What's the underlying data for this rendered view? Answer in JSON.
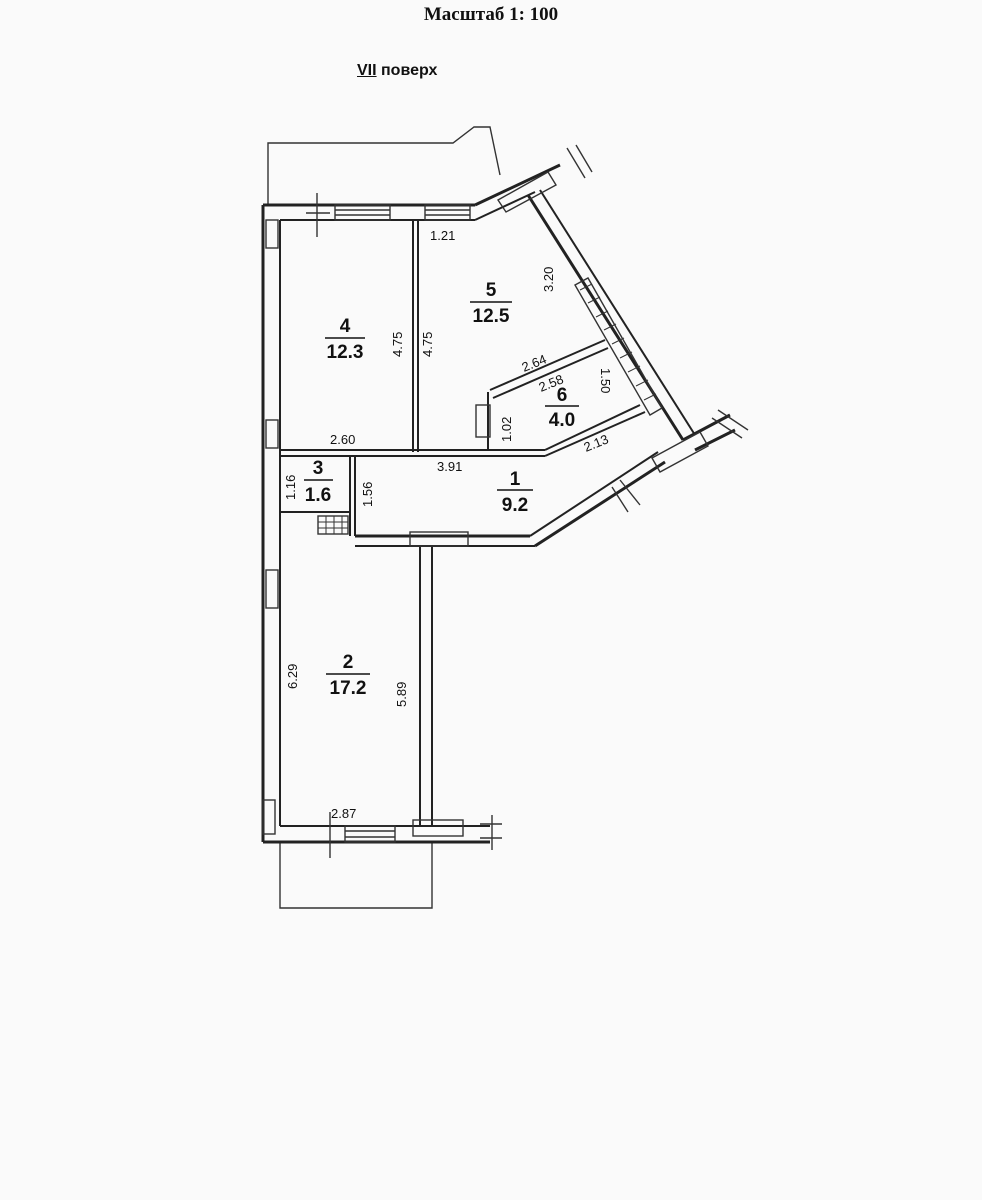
{
  "header": {
    "scale": "Масштаб 1: 100",
    "floor_roman": "VII",
    "floor_word": " поверх"
  },
  "rooms": [
    {
      "number": "1",
      "area": "9.2"
    },
    {
      "number": "2",
      "area": "17.2"
    },
    {
      "number": "3",
      "area": "1.6"
    },
    {
      "number": "4",
      "area": "12.3"
    },
    {
      "number": "5",
      "area": "12.5"
    },
    {
      "number": "6",
      "area": "4.0"
    }
  ],
  "dimensions": {
    "d_1_21": "1.21",
    "d_3_20": "3.20",
    "d_4_75_a": "4.75",
    "d_4_75_b": "4.75",
    "d_2_64": "2.64",
    "d_2_58": "2.58",
    "d_1_50": "1.50",
    "d_1_02": "1.02",
    "d_2_60": "2.60",
    "d_2_13": "2.13",
    "d_3_91": "3.91",
    "d_1_16": "1.16",
    "d_1_56": "1.56",
    "d_6_29": "6.29",
    "d_5_89": "5.89",
    "d_2_87": "2.87"
  }
}
